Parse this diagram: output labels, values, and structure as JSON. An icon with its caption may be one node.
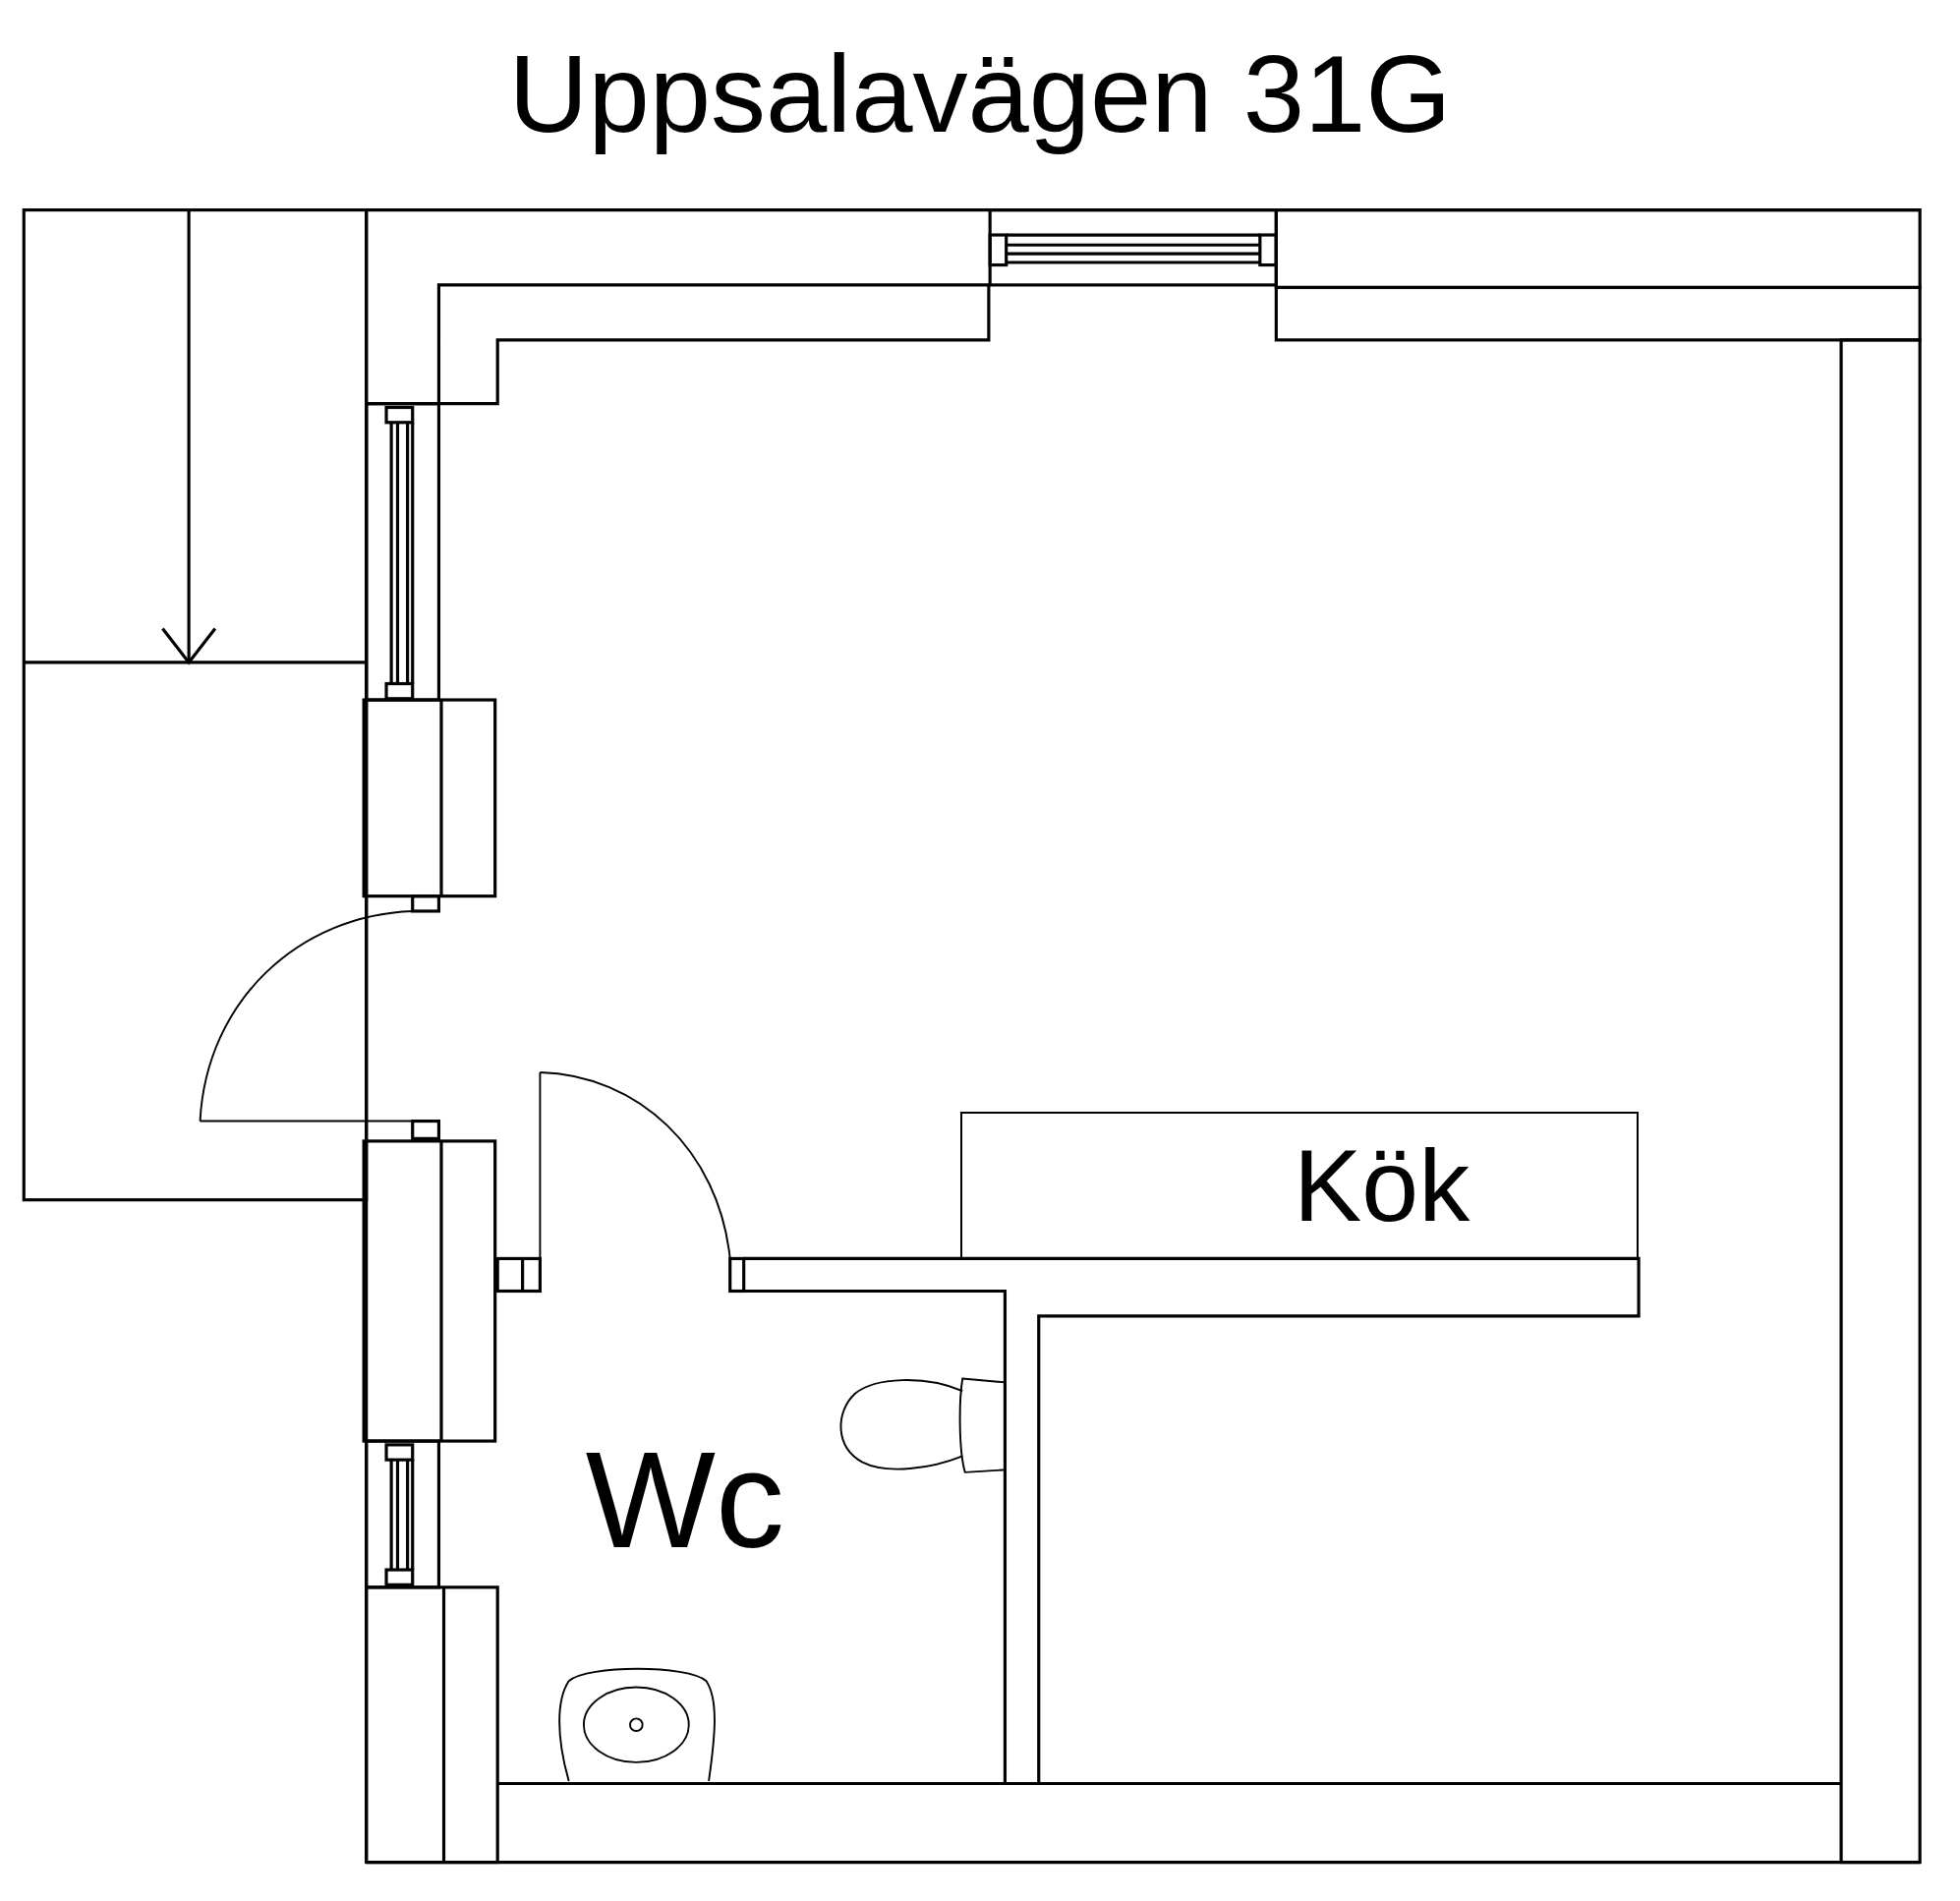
{
  "diagram": {
    "title": "Uppsalavägen 31G",
    "nodes": [
      {
        "text": [
          "Kök"
        ]
      }
    ],
    "labels": [
      "Wc"
    ]
  }
}
